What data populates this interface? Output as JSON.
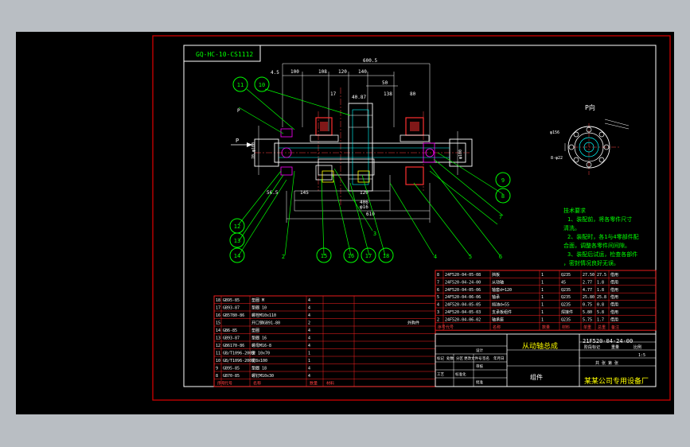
{
  "drawing": {
    "code_box": "GQ-HC-10-CS1112",
    "p_view_label": "P向",
    "p_arrow_label": "P",
    "p_arrow_label2": "P",
    "dim_top": "600.5",
    "dim_45": "4.5",
    "dims_row1": [
      "100",
      "108",
      "120",
      "140"
    ],
    "dim_50": "50",
    "dims_row2": [
      "17",
      "40.87",
      "138",
      "80"
    ],
    "dim_left_v": "70,φ100",
    "dim_right_v": "φ100",
    "dim_bot1": "145",
    "dim_bot2": "120",
    "dim_bot3": "406",
    "dim_bot4": "φ16",
    "dim_bot5": "610",
    "dim_5655": "56.5",
    "dim_phi156": "φ156",
    "dim_small_r": "8-φ22",
    "balloons_left": [
      "11",
      "10",
      "12",
      "13",
      "14"
    ],
    "balloons_bottom": [
      "2",
      "15",
      "16",
      "17",
      "18",
      "3",
      "4",
      "5",
      "6"
    ],
    "balloons_right": [
      "9",
      "8",
      "7"
    ]
  },
  "notes": {
    "title": "技术要求",
    "lines": [
      "1、装配前，将各零件尺寸",
      "清洗。",
      "2、装配时，各1与4零部件配",
      "合面，调整各零件间间隙。",
      "3、装配后试运，检查各部件",
      "，密封情况良好无误。"
    ]
  },
  "bom_upper": {
    "rows": [
      [
        "8",
        "24F520-04-05-08",
        "挡板",
        "1",
        "Q235",
        "27.50",
        "27.5",
        "借用"
      ],
      [
        "7",
        "24F520-04-24-00",
        "从动轴",
        "1",
        "45",
        "2.77",
        "1.8",
        "借用"
      ],
      [
        "6",
        "24F520-04-05-06",
        "轴套d=120",
        "1",
        "Q235",
        "4.77",
        "1.8",
        "借用"
      ],
      [
        "5",
        "24F520-04-06-06",
        "轴承",
        "1",
        "Q235",
        "25.80",
        "25.8",
        "借用"
      ],
      [
        "4",
        "24F520-04-05-05",
        "挡油d=55",
        "1",
        "Q235",
        "0.75",
        "0.8",
        "借用"
      ],
      [
        "3",
        "24F520-04-05-03",
        "支承板组件",
        "1",
        "焊接件",
        "5.80",
        "5.8",
        "借用"
      ],
      [
        "2",
        "24F520-04-06-02",
        "轴承座",
        "1",
        "Q235",
        "5.75",
        "1.7",
        "借用"
      ]
    ],
    "header": [
      "序号",
      "代号",
      "名称",
      "数量",
      "材料",
      "单重",
      "总重",
      "备注"
    ]
  },
  "bom_lower": {
    "rows": [
      [
        "18",
        "GB95-85",
        "垫圈 M",
        "4",
        ""
      ],
      [
        "17",
        "GB93-87",
        "垫圈 10",
        "4",
        ""
      ],
      [
        "16",
        "GB5780-86",
        "螺栓M10x110",
        "4",
        ""
      ],
      [
        "15",
        "",
        "开口销GB91-80",
        "2",
        ""
      ],
      [
        "14",
        "GB6-85",
        "垫圈",
        "4",
        ""
      ],
      [
        "13",
        "GB93-87",
        "垫圈 16",
        "4",
        ""
      ],
      [
        "12",
        "GB6170-86",
        "螺母M16-8",
        "4",
        ""
      ],
      [
        "11",
        "GB/T1096-2003",
        "键 10x70",
        "1",
        ""
      ],
      [
        "10",
        "GB/T1096-2003",
        "键8x100",
        "1",
        ""
      ],
      [
        "9",
        "GB95-85",
        "垫圈 18",
        "4",
        ""
      ],
      [
        "8",
        "GB70-85",
        "螺钉M10x30",
        "4",
        ""
      ]
    ],
    "footer": [
      "序号",
      "代号",
      "名称",
      "数量",
      "材料"
    ],
    "right_label": "外购件"
  },
  "title_block": {
    "drawing_no": "21F520-04-24-00",
    "name": "从动轴总成",
    "company": "某某公司专用设备厂",
    "type_label": "组件",
    "sign_labels": [
      "标记",
      "处数",
      "分区",
      "更改文件号",
      "签名",
      "年月日"
    ],
    "roles": [
      "设计",
      "审核",
      "工艺",
      "标准化",
      "批准"
    ],
    "stage_labels": [
      "阶段标记",
      "重量",
      "比例"
    ],
    "scale": "1:5",
    "sheet": "共 张 第 张"
  }
}
